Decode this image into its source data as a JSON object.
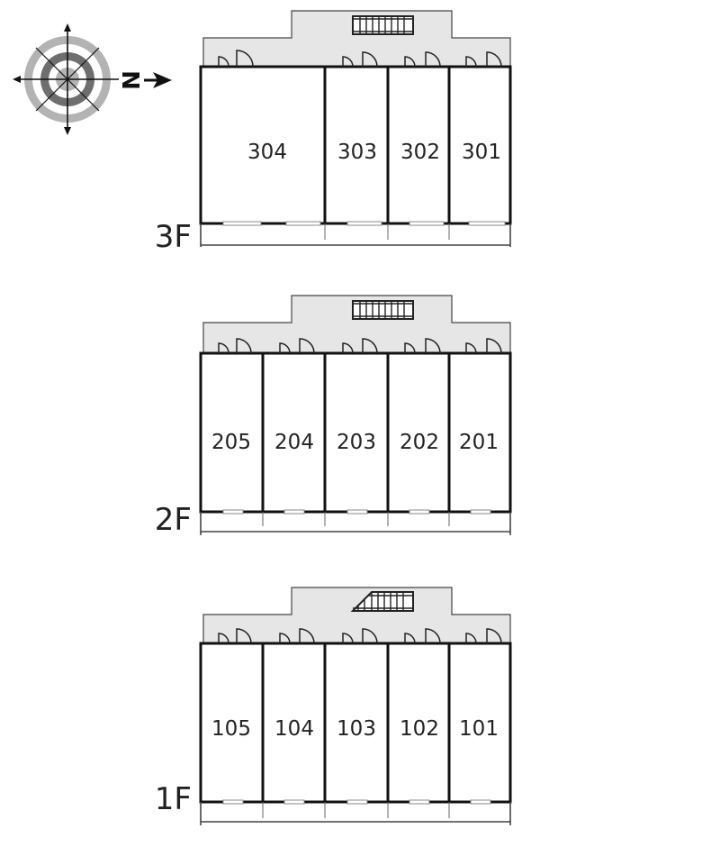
{
  "compass": {
    "letter": "N",
    "icon": "compass-rose-icon"
  },
  "floors": [
    {
      "label": "3F",
      "units": [
        {
          "number": "304"
        },
        {
          "number": "303"
        },
        {
          "number": "302"
        },
        {
          "number": "301"
        }
      ]
    },
    {
      "label": "2F",
      "units": [
        {
          "number": "205"
        },
        {
          "number": "204"
        },
        {
          "number": "203"
        },
        {
          "number": "202"
        },
        {
          "number": "201"
        }
      ]
    },
    {
      "label": "1F",
      "units": [
        {
          "number": "105"
        },
        {
          "number": "104"
        },
        {
          "number": "103"
        },
        {
          "number": "102"
        },
        {
          "number": "101"
        }
      ]
    }
  ],
  "colors": {
    "corridor": "#e6e6e6",
    "wall": "#111111",
    "line": "#444444",
    "window": "#999999"
  }
}
